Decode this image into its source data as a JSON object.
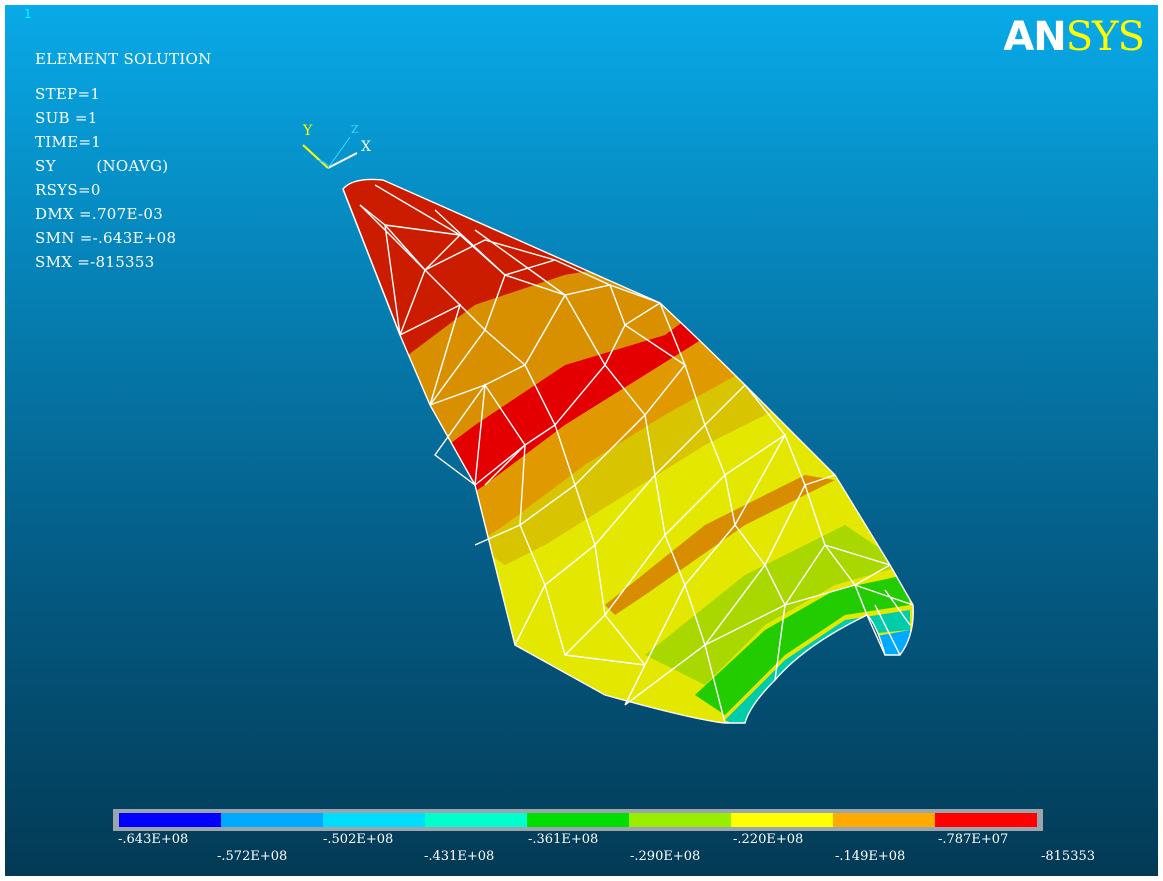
{
  "window_number": "1",
  "logo": {
    "part1": "AN",
    "part2": "SYS"
  },
  "info": {
    "title": "ELEMENT SOLUTION",
    "lines": [
      "STEP=1",
      "SUB =1",
      "TIME=1",
      "SY        (NOAVG)",
      "RSYS=0",
      "DMX =.707E-03",
      "SMN =-.643E+08",
      "SMX =-815353"
    ]
  },
  "triad": {
    "y_label": "Y",
    "z_label": "Z",
    "x_label": "X"
  },
  "legend": {
    "colors": [
      "#0000ff",
      "#00aaff",
      "#00ddff",
      "#00ffcc",
      "#00dd00",
      "#99ee00",
      "#ffff00",
      "#ffaa00",
      "#ff0000"
    ],
    "upper_labels": [
      "-.643E+08",
      "-.502E+08",
      "-.361E+08",
      "-.220E+08",
      "-.787E+07"
    ],
    "lower_labels": [
      "-.572E+08",
      "-.431E+08",
      "-.290E+08",
      "-.149E+08",
      "-815353"
    ]
  }
}
